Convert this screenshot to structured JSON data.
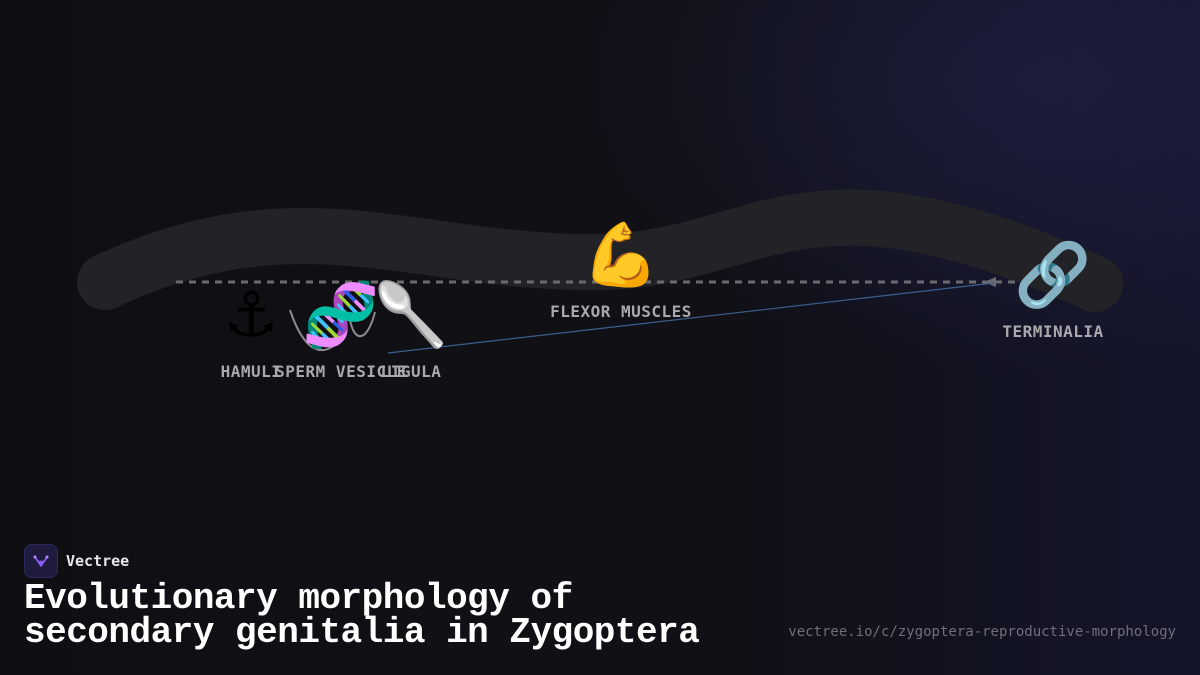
{
  "brand": {
    "name": "Vectree",
    "logo_icon": "tree-branch-icon",
    "accent": "#8b5cf6"
  },
  "title_lines": [
    "Evolutionary morphology of",
    "secondary genitalia in Zygoptera"
  ],
  "url": "vectree.io/c/zygoptera-reproductive-morphology",
  "nodes": [
    {
      "id": "hamuli",
      "label": "HAMULI",
      "icon": "anchor-icon",
      "glyph": "⚓"
    },
    {
      "id": "sperm-vesicle",
      "label": "SPERM VESICLE",
      "icon": "dna-icon",
      "glyph": "🧬"
    },
    {
      "id": "ligula",
      "label": "LIGULA",
      "icon": "spoon-icon",
      "glyph": "🥄"
    },
    {
      "id": "flexor-muscles",
      "label": "FLEXOR MUSCLES",
      "icon": "flexed-biceps-icon",
      "glyph": "💪"
    },
    {
      "id": "terminalia",
      "label": "TERMINALIA",
      "icon": "link-icon",
      "glyph": "🔗"
    }
  ],
  "colors": {
    "background": "#0f0f13",
    "band": "#232327",
    "dashed_line": "#6a6a70",
    "connector": "#3b5f8f",
    "label": "#a9a9ad"
  }
}
